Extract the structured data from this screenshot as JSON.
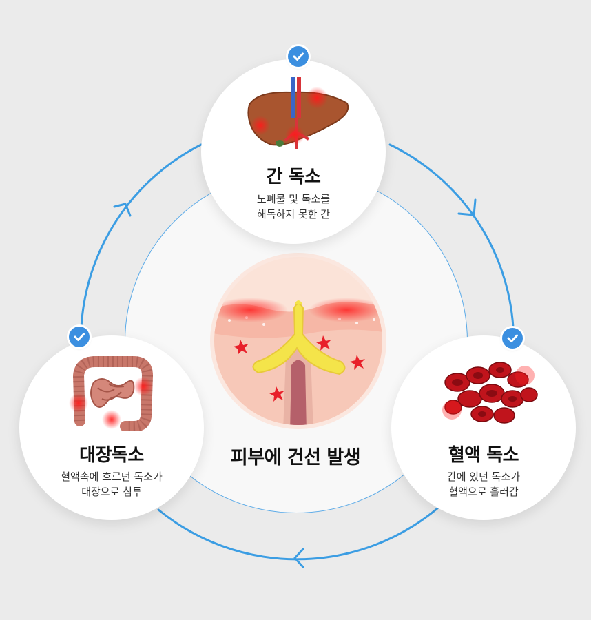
{
  "center": {
    "title": "피부에 건선 발생",
    "icon": "skin-follicle-icon"
  },
  "nodes": [
    {
      "id": "liver",
      "title": "간 독소",
      "lines": [
        "노폐물 및 독소를",
        "해독하지 못한 간"
      ],
      "icon": "liver-icon"
    },
    {
      "id": "blood",
      "title": "혈액 독소",
      "lines": [
        "간에 있던 독소가",
        "혈액으로 흘러감"
      ],
      "icon": "blood-cells-icon"
    },
    {
      "id": "colon",
      "title": "대장독소",
      "lines": [
        "혈액속에 흐르던 독소가",
        "대장으로 침투"
      ],
      "icon": "intestine-icon"
    }
  ],
  "colors": {
    "cycle": "#3b9de3",
    "check": "#3b8fe0",
    "toxin": "#e8202a",
    "skin": "#f7c4b4",
    "follicle": "#f5e23a"
  }
}
